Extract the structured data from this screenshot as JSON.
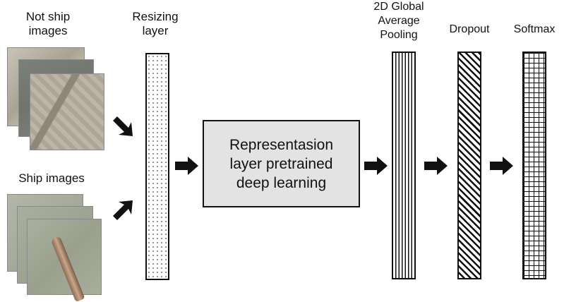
{
  "inputs": {
    "not_ship_label": "Not ship\nimages",
    "ship_label": "Ship images"
  },
  "layers": {
    "resizing": "Resizing\nlayer",
    "representation": "Representasion layer pretrained deep learning",
    "pooling": "2D Global\nAverage\nPooling",
    "dropout": "Dropout",
    "softmax": "Softmax"
  },
  "icons": [
    "arrow-icon"
  ]
}
